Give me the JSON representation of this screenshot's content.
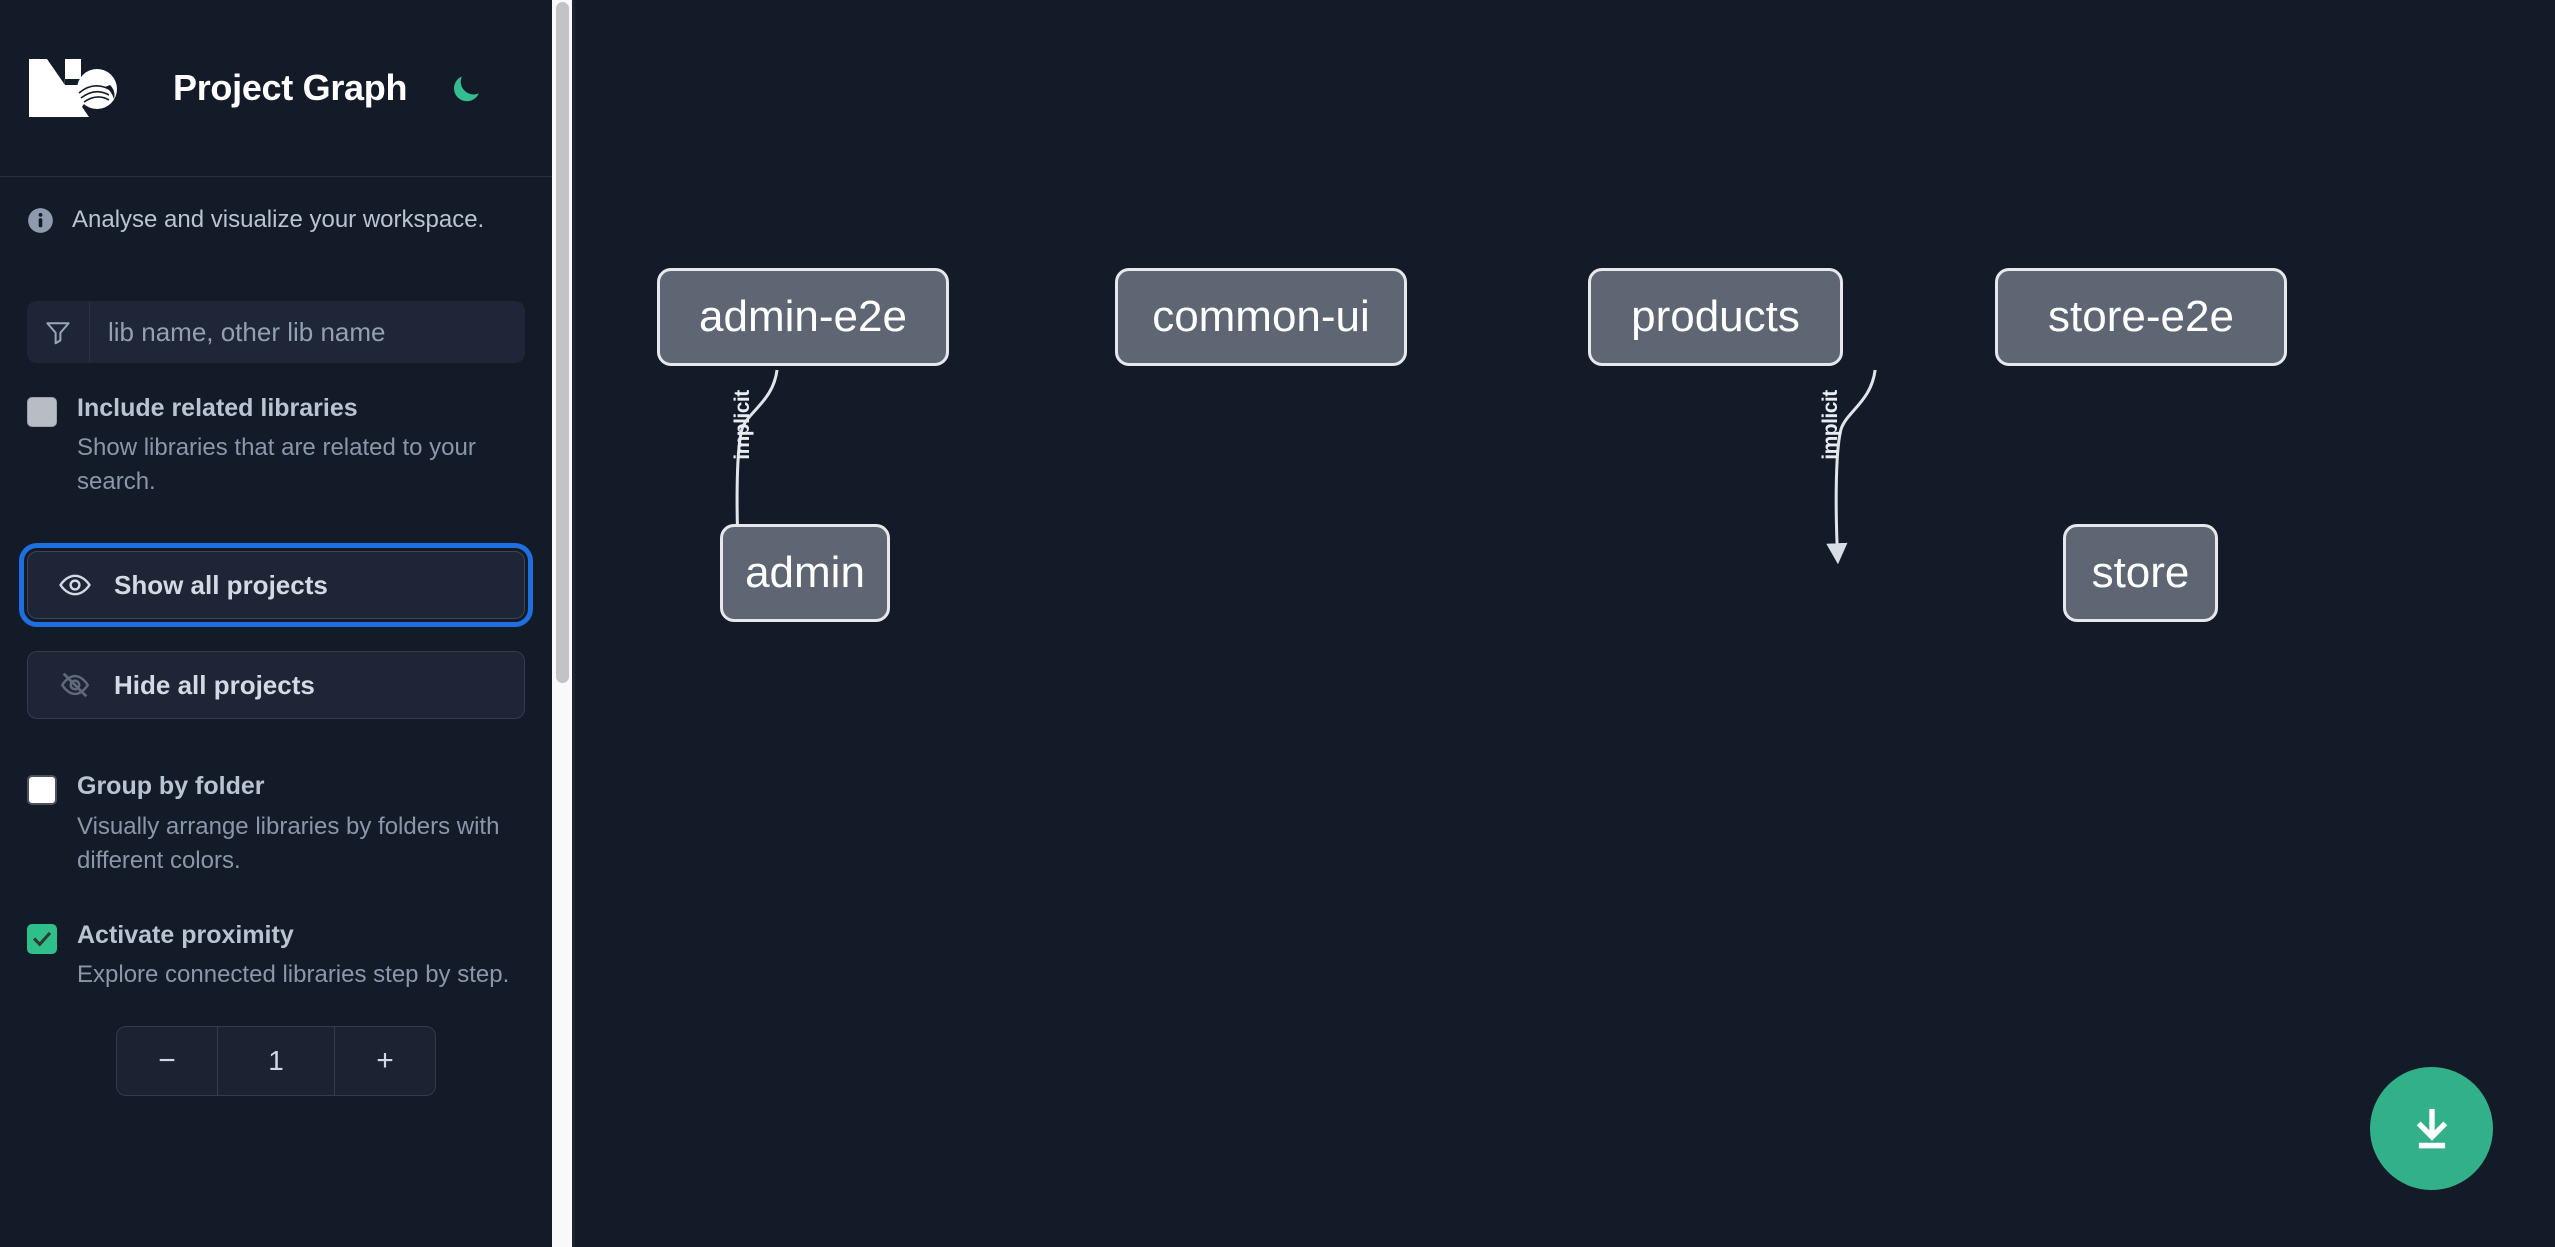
{
  "app": {
    "title": "Project Graph",
    "logo_icon": "nx-logo",
    "theme_toggle_icon": "moon-icon",
    "accent_color": "#31b089",
    "background_color": "#131a28",
    "node_fill_color": "#5f6673",
    "focus_ring_color": "#1f6fe0"
  },
  "sidebar": {
    "info": {
      "icon": "info-icon",
      "text": "Analyse and visualize your workspace."
    },
    "search": {
      "icon": "filter-icon",
      "placeholder": "lib name, other lib name",
      "value": ""
    },
    "options": [
      {
        "id": "include-related-libraries",
        "title": "Include related libraries",
        "description": "Show libraries that are related to your search.",
        "checkbox_state": "disabled-unchecked",
        "checkbox_style": "gray"
      },
      {
        "id": "group-by-folder",
        "title": "Group by folder",
        "description": "Visually arrange libraries by folders with different colors.",
        "checkbox_state": "unchecked",
        "checkbox_style": "white"
      },
      {
        "id": "activate-proximity",
        "title": "Activate proximity",
        "description": "Explore connected libraries step by step.",
        "checkbox_state": "checked",
        "checkbox_style": "green"
      }
    ],
    "buttons": [
      {
        "id": "show-all-projects",
        "label": "Show all projects",
        "icon": "eye-icon",
        "focused": true
      },
      {
        "id": "hide-all-projects",
        "label": "Hide all projects",
        "icon": "eye-off-icon",
        "focused": false
      }
    ],
    "stepper": {
      "decrement_label": "−",
      "value": "1",
      "increment_label": "+"
    }
  },
  "graph": {
    "nodes": [
      {
        "id": "admin-e2e",
        "label": "admin-e2e"
      },
      {
        "id": "common-ui",
        "label": "common-ui"
      },
      {
        "id": "products",
        "label": "products"
      },
      {
        "id": "store-e2e",
        "label": "store-e2e"
      },
      {
        "id": "admin",
        "label": "admin"
      },
      {
        "id": "store",
        "label": "store"
      }
    ],
    "edges": [
      {
        "from": "admin-e2e",
        "to": "admin",
        "label": "implicit"
      },
      {
        "from": "store-e2e",
        "to": "store",
        "label": "implicit"
      }
    ]
  },
  "download_button": {
    "icon": "download-icon",
    "label": "Download graph"
  }
}
